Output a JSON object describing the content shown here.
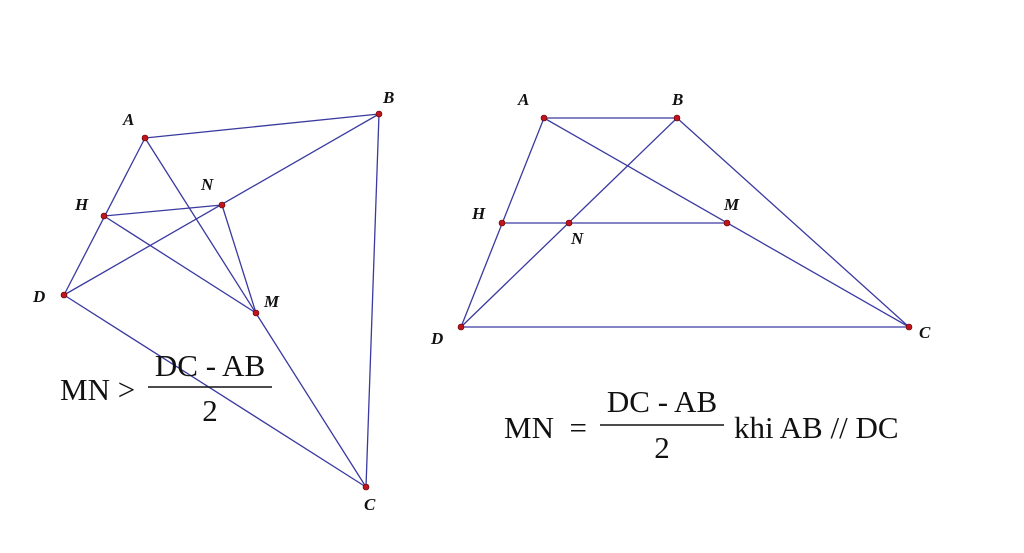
{
  "figures": [
    {
      "id": "general-quadrilateral",
      "vertices": [
        "A",
        "B",
        "C",
        "D",
        "H",
        "N",
        "M"
      ],
      "formula": {
        "lhs": "MN >",
        "numerator": "DC - AB",
        "denominator": "2",
        "suffix": ""
      }
    },
    {
      "id": "trapezoid",
      "vertices": [
        "A",
        "B",
        "C",
        "D",
        "H",
        "N",
        "M"
      ],
      "formula": {
        "lhs": "MN  =",
        "numerator": "DC - AB",
        "denominator": "2",
        "suffix": "khi AB // DC"
      }
    }
  ],
  "colors": {
    "line": "#3a3aa0",
    "point": "#c0141e",
    "text": "#111111"
  }
}
